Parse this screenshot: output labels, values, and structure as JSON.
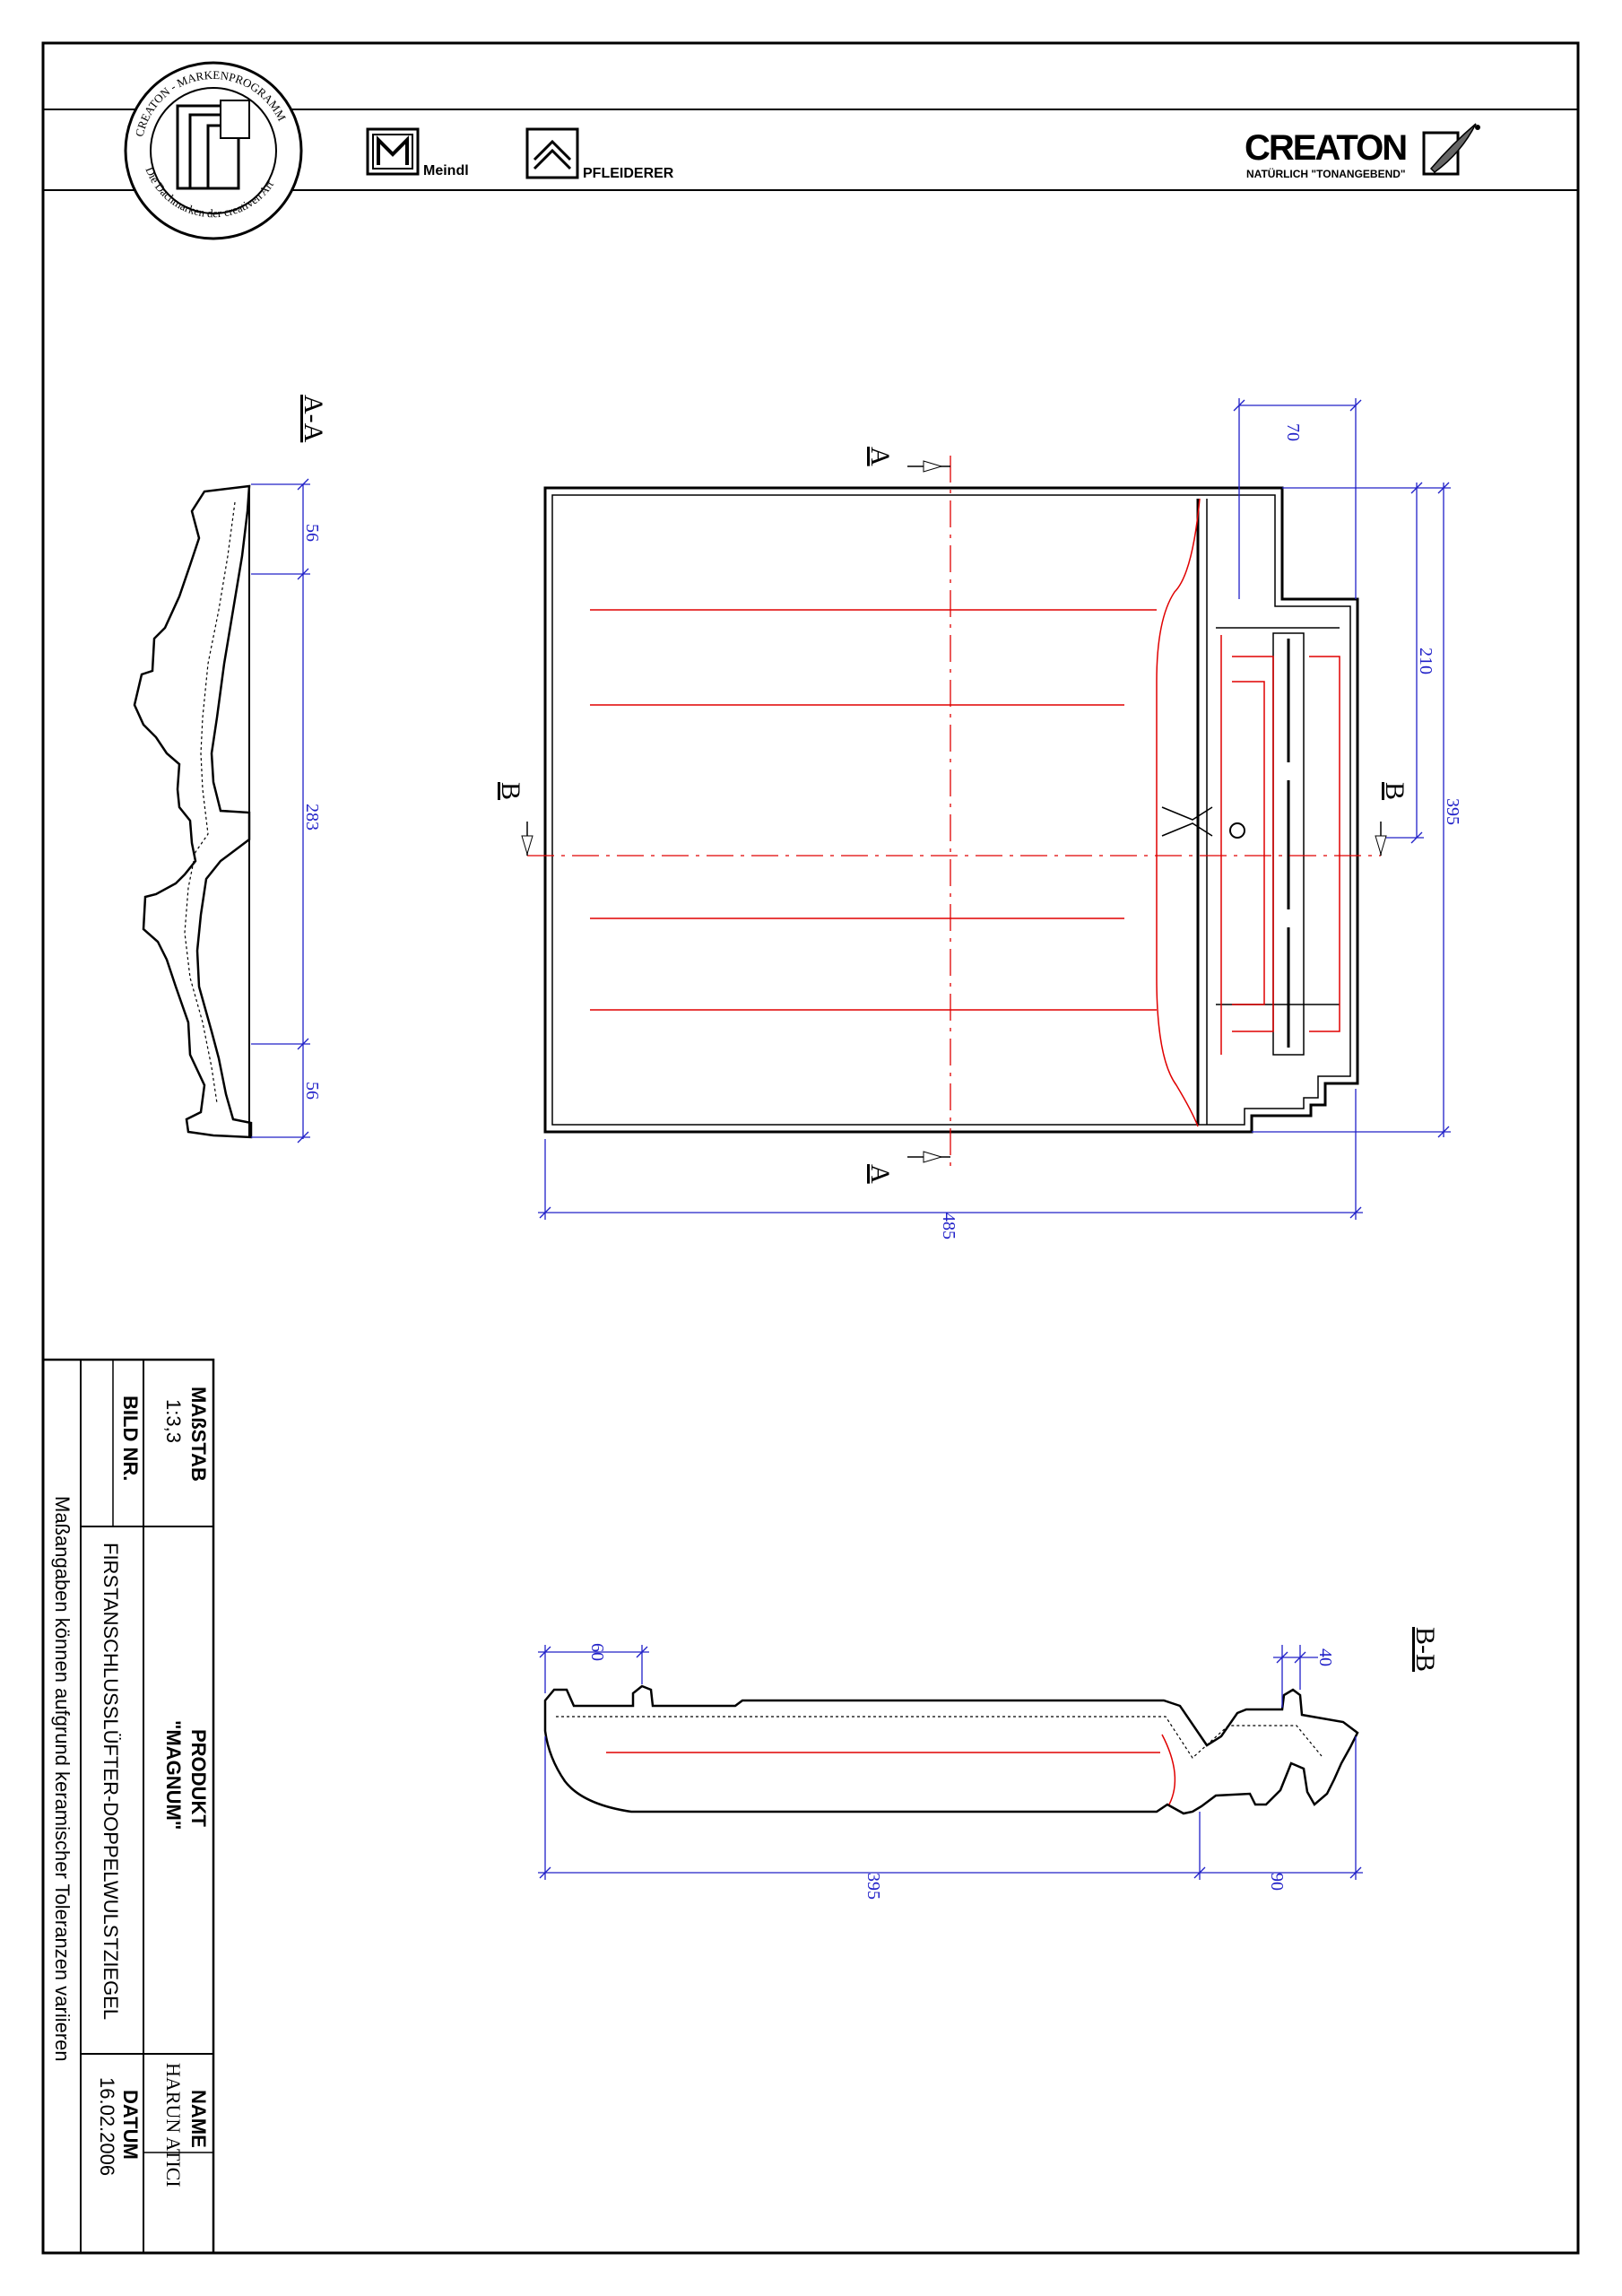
{
  "header": {
    "seal_text_top": "CREATON - MARKENPROGRAMM",
    "seal_text_bottom": "Die Dachmarken der creativen Art",
    "brand_meindl": "Meindl",
    "brand_pfleiderer": "PFLEIDERER",
    "brand_creaton": "CREATON",
    "brand_creaton_tagline": "NATÜRLICH \"TONANGEBEND\""
  },
  "drawing": {
    "section_aa_label": "A-A",
    "section_bb_label": "B-B",
    "cut_a_top": "A",
    "cut_a_bottom": "A",
    "cut_b_left": "B",
    "cut_b_right": "B",
    "dims_plan": {
      "top_70": "70",
      "right_210": "210",
      "right_395": "395",
      "bottom_485": "485"
    },
    "dims_aa": {
      "top_56": "56",
      "mid_283": "283",
      "bottom_56": "56"
    },
    "dims_bb": {
      "left_60": "60",
      "right_40": "40",
      "bottom_395": "395",
      "bottom_90": "90"
    }
  },
  "title_block": {
    "massstab_label": "MAßSTAB",
    "massstab_value": "1:3,3",
    "bild_nr_label": "BILD NR.",
    "produkt_label": "PRODUKT",
    "produkt_value": "\"MAGNUM\"",
    "description": "FIRSTANSCHLUSSLÜFTER-DOPPELWULSTZIEGEL",
    "name_label": "NAME",
    "name_value": "HARUN  ATICI",
    "datum_label": "DATUM",
    "datum_value": "16.02.2006",
    "footer_note": "Maßangaben  können  aufgrund  keramischer  Toleranzen  variieren"
  },
  "colors": {
    "line": "#000000",
    "dimension": "#2020c8",
    "hidden_edge": "#e00000"
  }
}
